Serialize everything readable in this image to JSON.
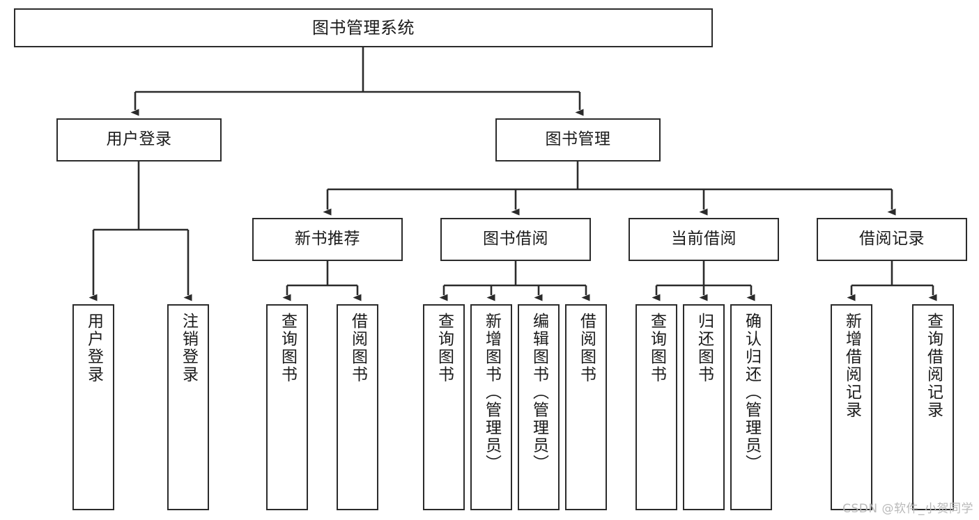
{
  "diagram": {
    "title": "图书管理系统",
    "type": "tree-hierarchy",
    "orientation": "top-down",
    "watermark": "CSDN @软件_小贺同学",
    "colors": {
      "box_border": "#2b2b2b",
      "box_fill": "#ffffff",
      "edge": "#2b2b2b",
      "text": "#1a1a1a",
      "watermark": "#b9b9b9",
      "background": "#ffffff"
    },
    "levels": {
      "root": "图书管理系统",
      "level2": [
        "用户登录",
        "图书管理"
      ],
      "level3": [
        "新书推荐",
        "图书借阅",
        "当前借阅",
        "借阅记录"
      ]
    },
    "nodes": {
      "root": {
        "label": "图书管理系统"
      },
      "l2": [
        {
          "label": "用户登录"
        },
        {
          "label": "图书管理"
        }
      ],
      "l3": [
        {
          "label": "新书推荐"
        },
        {
          "label": "图书借阅"
        },
        {
          "label": "当前借阅"
        },
        {
          "label": "借阅记录"
        }
      ],
      "leaves_user_login": [
        {
          "label": "用户登录"
        },
        {
          "label": "注销登录"
        }
      ],
      "leaves_new_book": [
        {
          "label": "查询图书"
        },
        {
          "label": "借阅图书"
        }
      ],
      "leaves_borrow": [
        {
          "label": "查询图书"
        },
        {
          "label": "新增图书（管理员）"
        },
        {
          "label": "编辑图书（管理员）"
        },
        {
          "label": "借阅图书"
        }
      ],
      "leaves_current": [
        {
          "label": "查询图书"
        },
        {
          "label": "归还图书"
        },
        {
          "label": "确认归还（管理员）"
        }
      ],
      "leaves_records": [
        {
          "label": "新增借阅记录"
        },
        {
          "label": "查询借阅记录"
        }
      ]
    }
  }
}
